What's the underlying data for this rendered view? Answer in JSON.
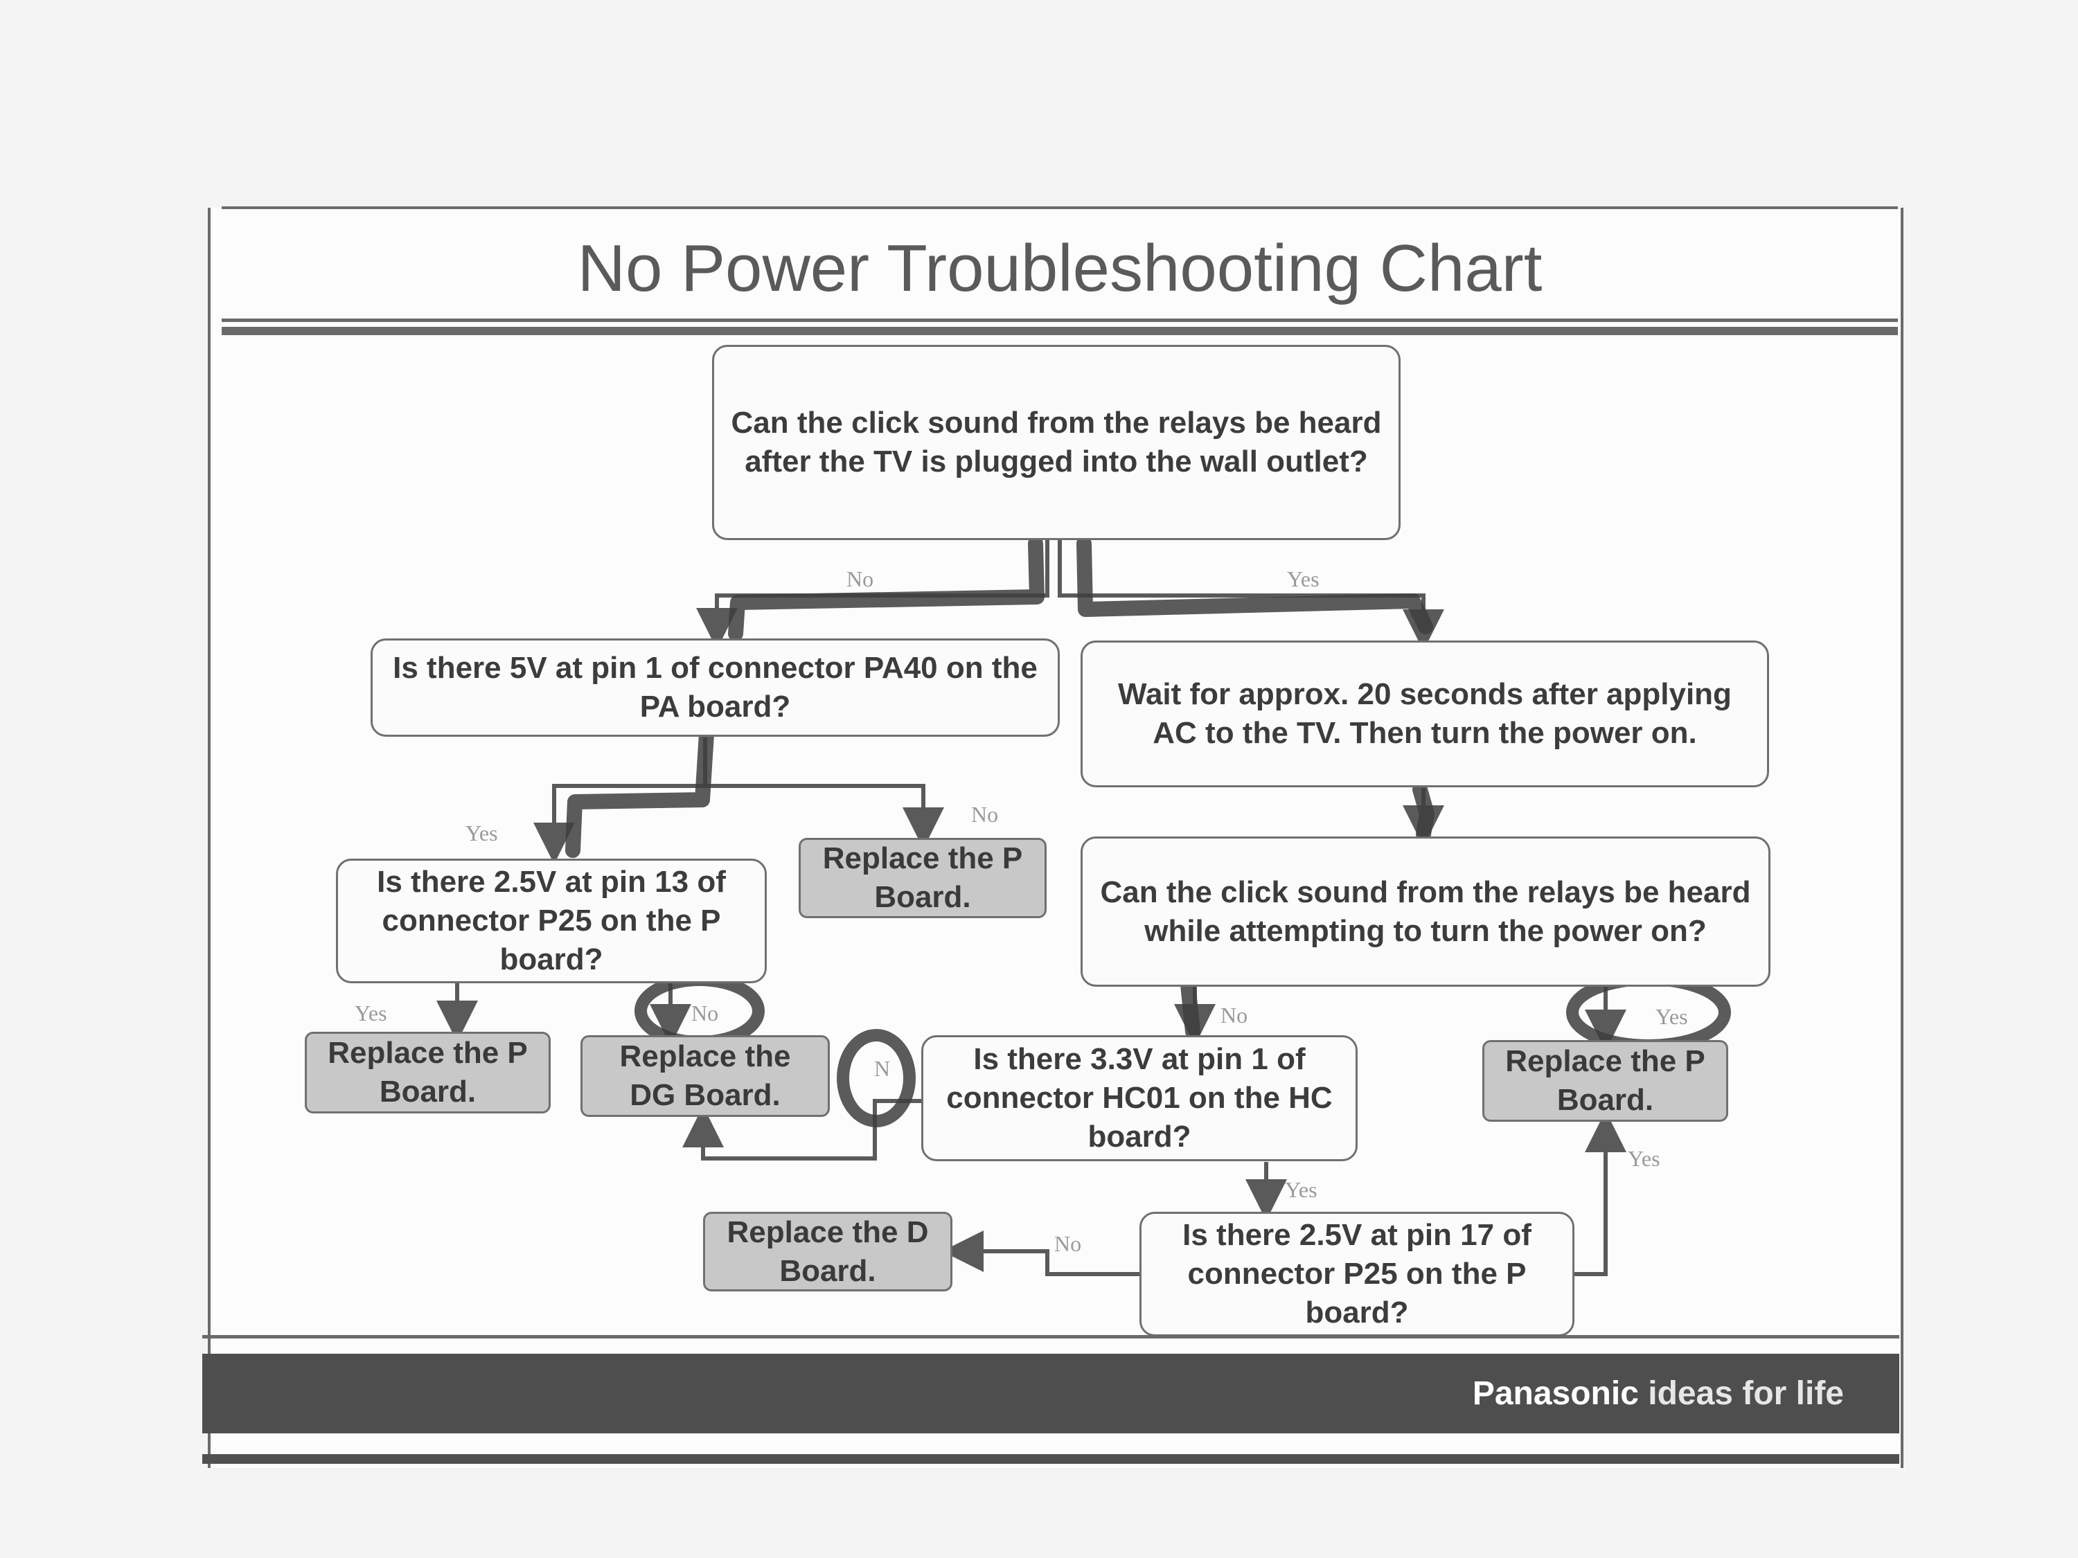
{
  "title": "No Power Troubleshooting Chart",
  "nodes": {
    "q1": "Can the click sound from the relays be heard after the TV is plugged into the wall outlet?",
    "q2": "Is there 5V at pin 1 of connector PA40 on the PA board?",
    "wait": "Wait for approx. 20 seconds after applying AC to the TV. Then turn the power on.",
    "q3": "Is there 2.5V at pin 13 of connector P25 on the P board?",
    "replace_p_1": "Replace the P Board.",
    "q4": "Can the click sound from the relays be heard while attempting to turn the power on?",
    "replace_p_2": "Replace the P Board.",
    "replace_dg": "Replace the DG Board.",
    "q5": "Is there 3.3V at pin 1 of connector HC01 on the HC board?",
    "replace_p_3": "Replace the P Board.",
    "replace_d": "Replace the D Board.",
    "q6": "Is there 2.5V at pin 17 of connector P25 on the P board?"
  },
  "edge_labels": {
    "q1_no": "No",
    "q1_yes": "Yes",
    "q2_yes": "Yes",
    "q2_no": "No",
    "q3_yes": "Yes",
    "q3_no": "No",
    "q5_no": "N",
    "q4_no": "No",
    "q4_yes": "Yes",
    "q5_yes": "Yes",
    "q6_no": "No",
    "q6_yes": "Yes"
  },
  "footer": {
    "brand": "Panasonic",
    "tagline": "ideas for life"
  },
  "colors": {
    "line": "#5a5a5a",
    "marker": "#3e3e3e",
    "footer": "#4e4e4e",
    "action_fill": "#c8c8c8"
  }
}
